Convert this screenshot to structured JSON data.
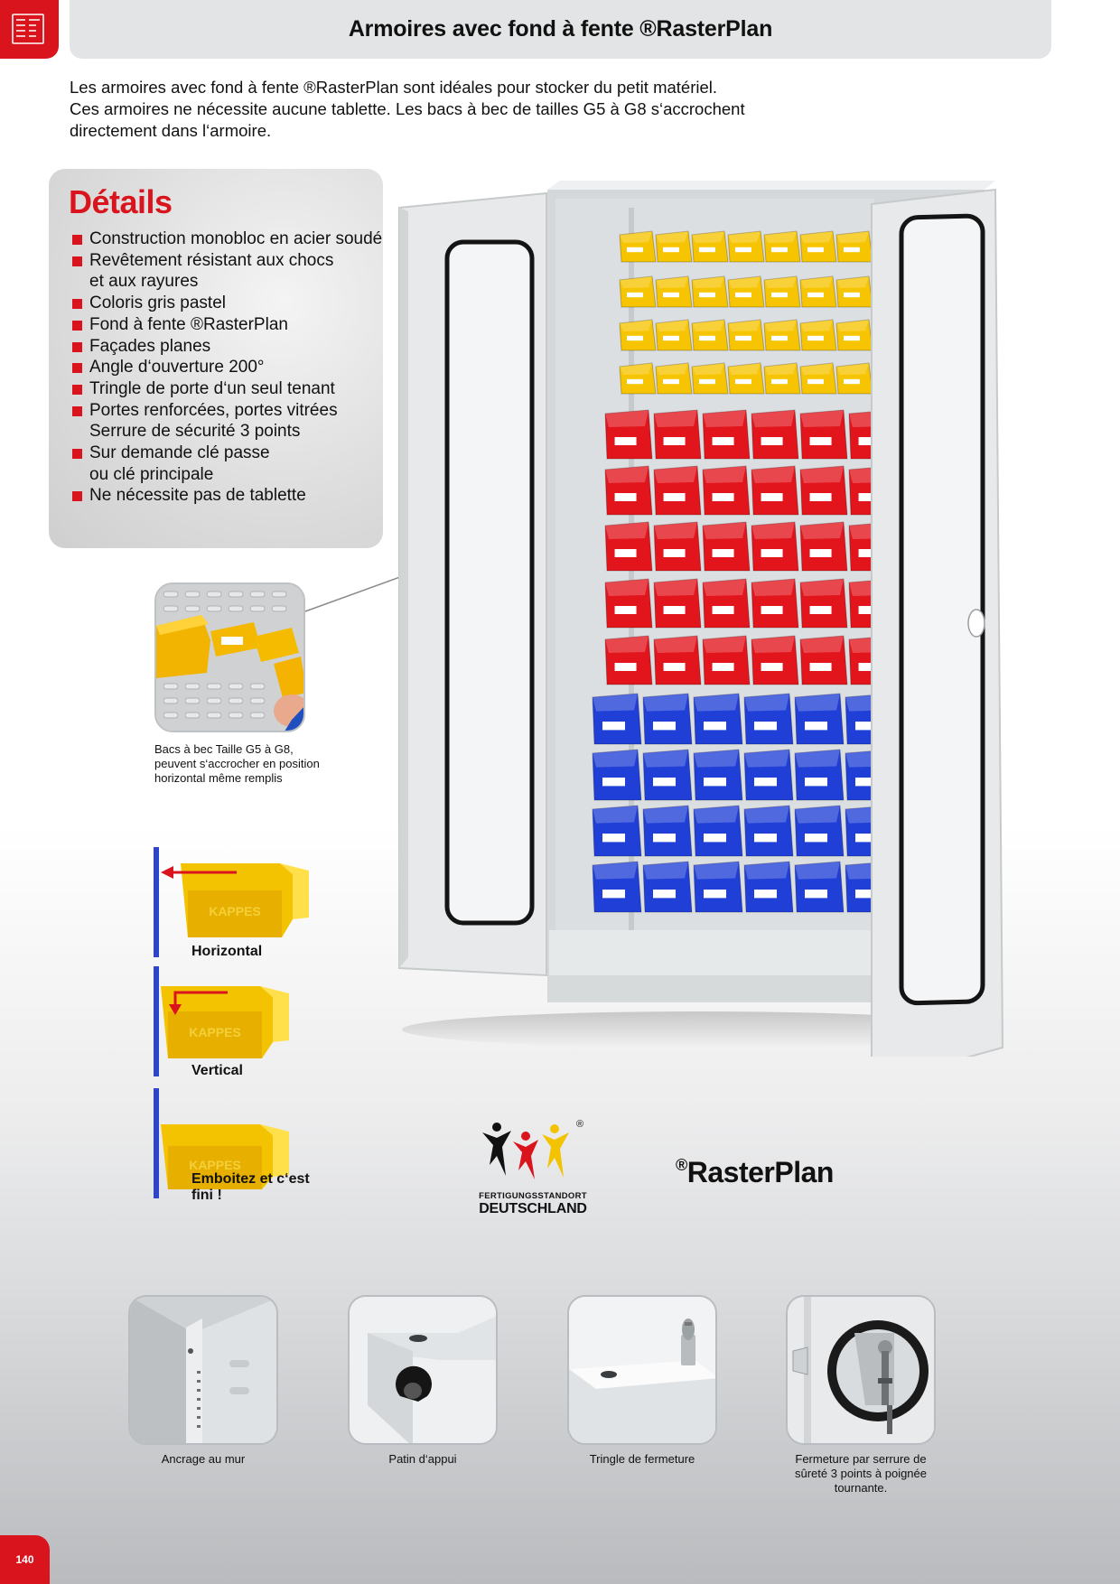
{
  "header": {
    "title": "Armoires avec fond à fente ®RasterPlan",
    "icon": "shelving-icon"
  },
  "intro": {
    "line1": "Les armoires avec fond à fente ®RasterPlan sont idéales pour stocker du petit matériel.",
    "line2": "Ces armoires ne nécessite aucune tablette. Les bacs à bec de tailles G5 à G8 s‘accrochent",
    "line3": "directement dans l‘armoire."
  },
  "details": {
    "title": "Détails",
    "items": [
      "Construction monobloc en acier soudé",
      "Revêtement résistant aux chocs\net aux rayures",
      "Coloris gris pastel",
      "Fond à fente ®RasterPlan",
      "Façades planes",
      "Angle d‘ouverture 200°",
      "Tringle de porte d‘un seul tenant",
      "Portes renforcées, portes vitrées\nSerrure de sécurité 3 points",
      "Sur demande clé passe\nou clé principale",
      "Ne nécessite pas de tablette"
    ]
  },
  "zoom_caption": {
    "line1": "Bacs à bec Taille G5 à G8,",
    "line2": "peuvent s‘accrocher en position",
    "line3": "horizontal même remplis"
  },
  "mounting": {
    "horizontal": "Horizontal",
    "vertical": "Vertical",
    "snap": "Emboitez et c‘est fini !"
  },
  "made_in": {
    "small": "FERTIGUNGSSTANDORT",
    "large": "DEUTSCHLAND",
    "registered": "®"
  },
  "brand": {
    "registered": "®",
    "name": "RasterPlan"
  },
  "features": [
    {
      "caption": "Ancrage au mur"
    },
    {
      "caption": "Patin d‘appui"
    },
    {
      "caption": "Tringle de fermeture"
    },
    {
      "caption": "Fermeture par serrure de sûreté 3 points à poignée tournante."
    }
  ],
  "page_number": "140",
  "colors": {
    "accent": "#d9141c",
    "bin_yellow": "#f6c400",
    "bin_red": "#e2141c",
    "bin_blue": "#1f3fd6",
    "cabinet_grey": "#e3e6e7"
  }
}
